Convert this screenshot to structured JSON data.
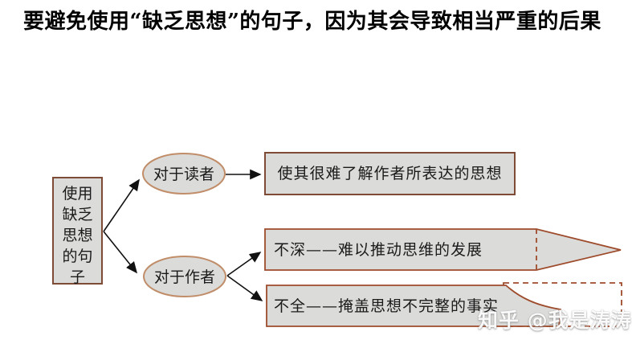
{
  "title": "要避免使用“缺乏思想”的句子，因为其会导致相当严重的后果",
  "diagram": {
    "root_box": {
      "label": "使用缺乏思想的句子"
    },
    "branch_readers": {
      "label": "对于读者"
    },
    "branch_authors": {
      "label": "对于作者"
    },
    "outcome_readers": {
      "label": "使其很难了解作者所表达的思想"
    },
    "outcome_not_deep": {
      "label": "不深——难以推动思维的发展"
    },
    "outcome_not_complete": {
      "label": "不全——掩盖思想不完整的事实"
    },
    "edges": [
      {
        "from": "root_box",
        "to": "branch_readers"
      },
      {
        "from": "root_box",
        "to": "branch_authors"
      },
      {
        "from": "branch_readers",
        "to": "outcome_readers"
      },
      {
        "from": "branch_authors",
        "to": "outcome_not_deep"
      },
      {
        "from": "branch_authors",
        "to": "outcome_not_complete"
      }
    ]
  },
  "watermark": {
    "label": "知乎 @我是涛涛"
  },
  "colors": {
    "fill_gray": "#dbdbd9",
    "box_border": "#7d4b36",
    "ellipse_border": "#c08d68",
    "accent_border": "#9e4b2b",
    "arrow": "#111111"
  }
}
